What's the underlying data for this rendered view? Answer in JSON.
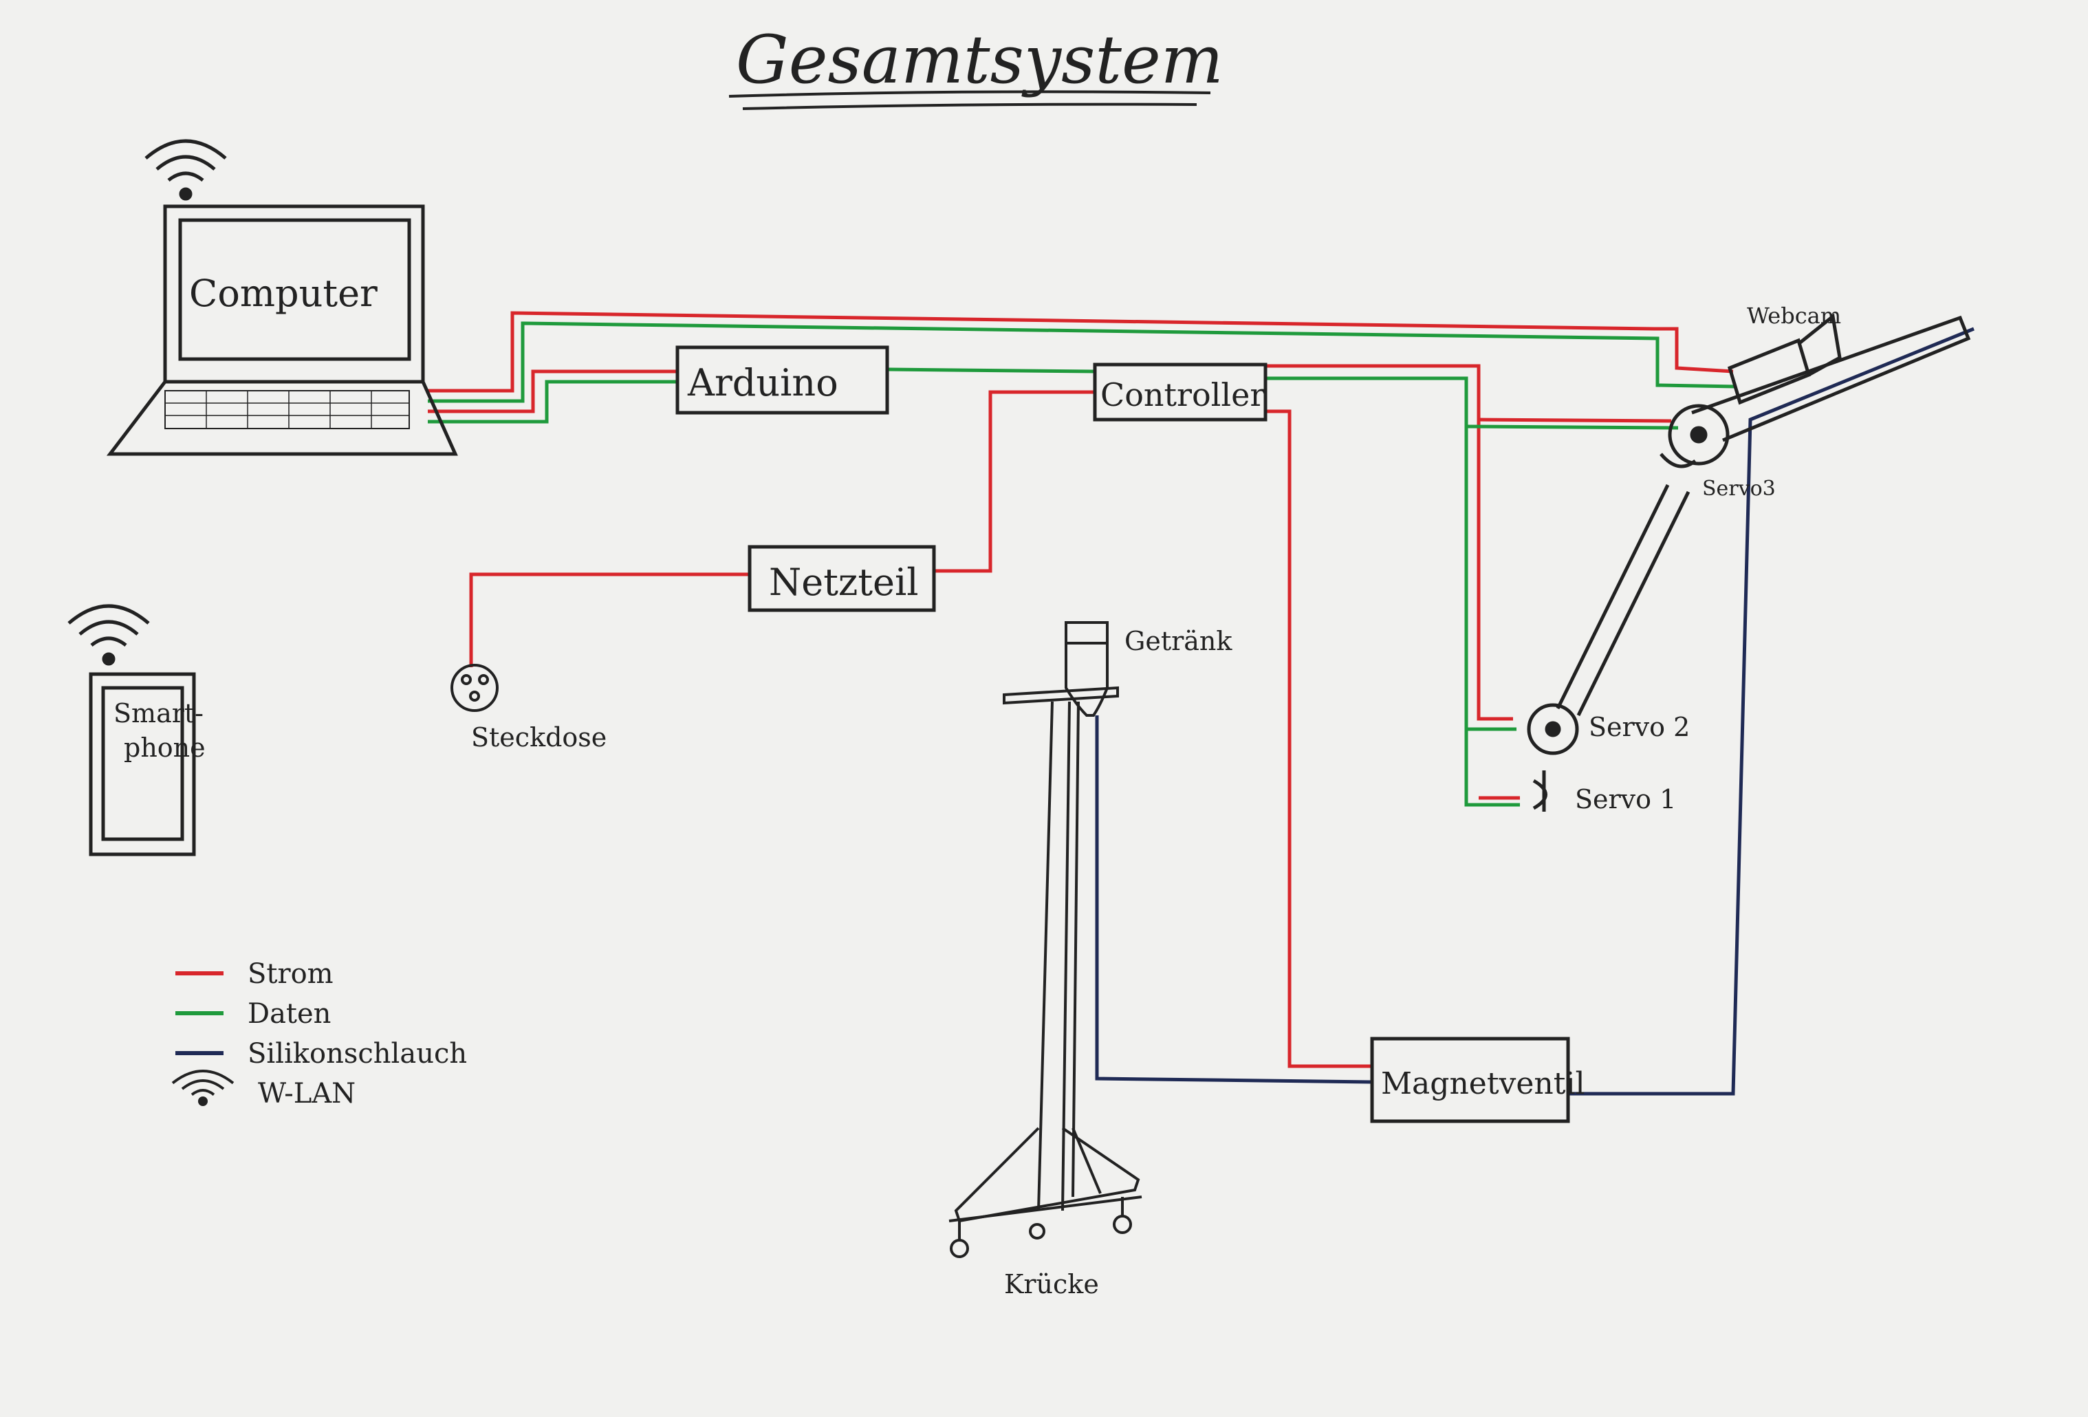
{
  "title": "Gesamtsystem",
  "components": {
    "computer": "Computer",
    "arduino": "Arduino",
    "controller": "Controller",
    "netzteil": "Netzteil",
    "steckdose": "Steckdose",
    "smartphone_line1": "Smart-",
    "smartphone_line2": "phone",
    "magnetventil": "Magnetventil",
    "getraenk": "Getränk",
    "kruecke": "Krücke",
    "webcam": "Webcam",
    "servo1": "Servo 1",
    "servo2": "Servo 2",
    "servo3": "Servo3"
  },
  "legend": [
    {
      "label": "Strom",
      "color": "#d8262b",
      "kind": "line"
    },
    {
      "label": "Daten",
      "color": "#1f9a3c",
      "kind": "line"
    },
    {
      "label": "Silikonschlauch",
      "color": "#1f2a55",
      "kind": "line"
    },
    {
      "label": "W-LAN",
      "color": "#222222",
      "kind": "wifi-icon"
    }
  ],
  "colors": {
    "strom": "#d8262b",
    "daten": "#1f9a3c",
    "schlauch": "#1f2a55",
    "ink": "#222222"
  }
}
